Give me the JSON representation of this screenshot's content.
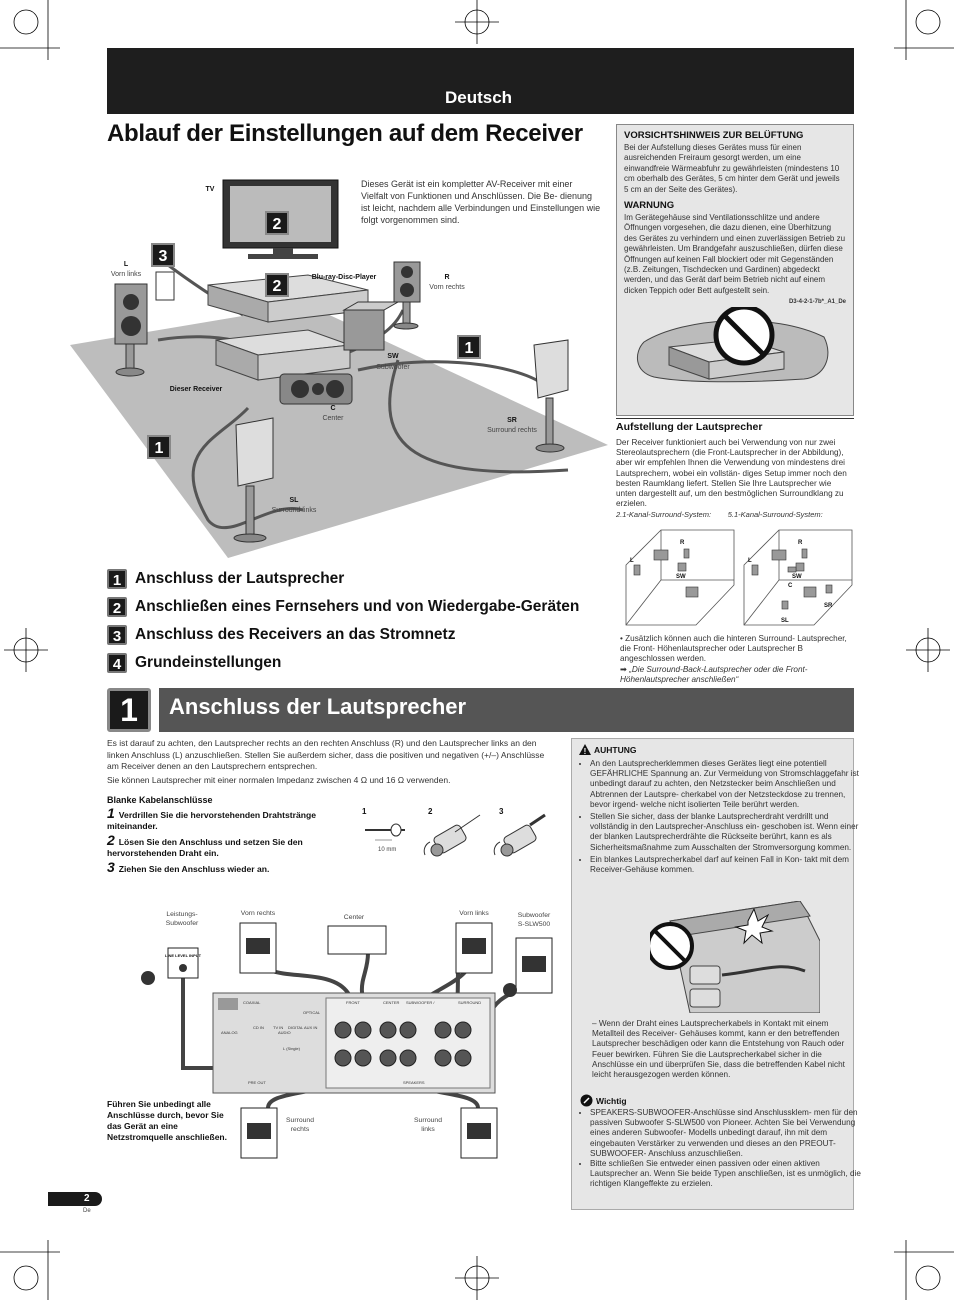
{
  "header": {
    "language": "Deutsch"
  },
  "title": "Ablauf der Einstellungen auf dem Receiver",
  "intro": "Dieses Gerät ist ein kompletter AV-Receiver mit einer Vielfalt von Funktionen und Anschlüssen. Die Be- dienung ist leicht, nachdem alle Verbindungen und Einstellungen wie folgt vorgenommen sind.",
  "diagram_labels": {
    "tv": "TV",
    "l": "L",
    "l_sub": "Vorn links",
    "r": "R",
    "r_sub": "Vorn rechts",
    "bluray": "Blu-ray-Disc-Player",
    "sw": "SW",
    "sw_sub": "Subwoofer",
    "receiver": "Dieser Receiver",
    "c": "C",
    "c_sub": "Center",
    "sr": "SR",
    "sr_sub": "Surround rechts",
    "sl": "SL",
    "sl_sub": "Surround links",
    "badge1": "1",
    "badge2": "2",
    "badge3": "3"
  },
  "ventilation": {
    "heading": "VORSICHTSHINWEIS ZUR BELÜFTUNG",
    "text": "Bei der Aufstellung dieses Gerätes muss für einen ausreichenden Freiraum gesorgt werden, um eine einwandfreie Wärmeabfuhr zu gewährleisten (mindestens 10 cm oberhalb des Gerätes, 5 cm hinter dem Gerät und jeweils 5 cm an der Seite des Gerätes).",
    "warn_heading": "WARNUNG",
    "warn_text": "Im Gerätegehäuse sind Ventilationsschlitze und andere Öffnungen vorgesehen, die dazu dienen, eine Überhitzung des Gerätes zu verhindern und einen zuverlässigen Betrieb zu gewährleisten. Um Brandgefahr auszuschließen, dürfen diese Öffnungen auf keinen Fall blockiert oder mit Gegenständen (z.B. Zeitungen, Tischdecken und Gardinen) abgedeckt werden, und das Gerät darf beim Betrieb nicht auf einem dicken Teppich oder Bett aufgestellt sein.",
    "code": "D3-4-2-1-7b*_A1_De"
  },
  "placement": {
    "heading": "Aufstellung der Lautsprecher",
    "text": "Der Receiver funktioniert auch bei Verwendung von nur zwei Stereolautsprechern (die Front-Lautsprecher in der Abbildung), aber wir empfehlen Ihnen die Verwendung von mindestens drei Lautsprechern, wobei ein vollstän- diges Setup immer noch den besten Raumklang liefert. Stellen Sie Ihre Lautsprecher wie unten dargestellt auf, um den bestmöglichen Surroundklang zu erzielen.",
    "sys21": "2.1-Kanal-Surround-System:",
    "sys51": "5.1-Kanal-Surround-System:",
    "room_l": "L",
    "room_r": "R",
    "room_sw": "SW",
    "room_c": "C",
    "room_sl": "SL",
    "room_sr": "SR",
    "bullet": "Zusätzlich können auch die hinteren Surround- Lautsprecher, die Front- Höhenlautsprecher oder Lautsprecher B angeschlossen werden.",
    "ref": "„Die Surround-Back-Lautsprecher oder die Front- Höhenlautsprecher anschließen“"
  },
  "steps": [
    {
      "num": "1",
      "label": "Anschluss der Lautsprecher"
    },
    {
      "num": "2",
      "label": "Anschließen eines Fernsehers und von Wiedergabe-Geräten"
    },
    {
      "num": "3",
      "label": "Anschluss des Receivers an das Stromnetz"
    },
    {
      "num": "4",
      "label": "Grundeinstellungen"
    }
  ],
  "section1": {
    "num": "1",
    "title": "Anschluss der Lautsprecher",
    "para1": "Es ist darauf zu achten, den Lautsprecher rechts an den rechten Anschluss (R) und den Lautsprecher links an den linken Anschluss (L) anzuschließen. Stellen Sie außerdem sicher, dass die positiven und negativen (+/–) Anschlüsse am Receiver denen an den Lautsprechern entsprechen.",
    "para2": "Sie können Lautsprecher mit einer normalen Impedanz zwischen 4 Ω und 16 Ω verwenden.",
    "bare_heading": "Blanke Kabelanschlüsse",
    "bare_steps": [
      {
        "n": "1",
        "text": "Verdrillen Sie die hervorstehenden Drahtstränge miteinander."
      },
      {
        "n": "2",
        "text": "Lösen Sie den Anschluss und setzen Sie den hervorstehenden Draht ein."
      },
      {
        "n": "3",
        "text": "Ziehen Sie den Anschluss wieder an."
      }
    ],
    "fig_n1": "1",
    "fig_n2": "2",
    "fig_n3": "3",
    "fig_mm": "10 mm",
    "wiring": {
      "power_sub": "Leistungs-\nSubwoofer",
      "line_input": "LINE LEVEL INPUT",
      "front_right": "Vorn rechts",
      "center": "Center",
      "front_left": "Vorn links",
      "passive_sub": "Subwoofer S-SLW500",
      "surround_right": "Surround rechts",
      "surround_left": "Surround links",
      "speakers": "SPEAKERS",
      "preout": "PRE OUT",
      "coaxial": "COAXIAL",
      "optical": "OPTICAL",
      "center_term": "CENTER",
      "surround_term": "SURROUND",
      "front_term": "FRONT",
      "sub_term": "SUBWOOFER /",
      "tv_in": "TV IN",
      "dig_in": "DIGITAL AUX IN",
      "cd_in": "CD IN",
      "analog": "ANALOG",
      "audio": "AUDIO",
      "sb_single": "L (Single)"
    },
    "must_connect": "Führen Sie unbedingt alle Anschlüsse durch, bevor Sie das Gerät an eine Netzstromquelle anschließen."
  },
  "caution": {
    "heading": "AUHTUNG",
    "items": [
      "An den Lautsprecherklemmen dieses Gerätes liegt eine potentiell GEFÄHRLICHE Spannung an. Zur Vermeidung von Stromschlaggefahr ist unbedingt darauf zu achten, den Netzstecker beim Anschließen und Abtrennen der Lautspre- cherkabel von der Netzsteckdose zu trennen, bevor irgend- welche nicht isolierten Teile berührt werden.",
      "Stellen Sie sicher, dass der blanke Lautsprecherdraht verdrillt und vollständig in den Lautsprecher-Anschluss ein- geschoben ist. Wenn einer der blanken Lautsprecherdrähte die Rückseite berührt, kann es als Sicherheitsmaßnahme zum Ausschalten der Stromversorgung kommen.",
      "Ein blankes Lautsprecherkabel darf auf keinen Fall in Kon- takt mit dem Receiver-Gehäuse kommen."
    ],
    "dash": "– Wenn der Draht eines Lautsprecherkabels in Kontakt mit einem Metallteil des Receiver- Gehäuses kommt, kann er den betreffenden Lautsprecher beschädigen oder kann die Entstehung von Rauch oder Feuer bewirken. Führen Sie die Lautsprecherkabel sicher in die Anschlüsse ein und überprüfen Sie, dass die betreffenden Kabel nicht leicht herausgezogen werden können.",
    "important_heading": "Wichtig",
    "important": [
      "SPEAKERS-SUBWOOFER-Anschlüsse sind Anschlussklem- men für den passiven Subwoofer S-SLW500 von Pioneer. Achten Sie bei Verwendung eines anderen Subwoofer- Modells unbedingt darauf, ihn mit dem eingebauten Verstärker zu verwenden und dieses an den PREOUT- SUBWOOFER- Anschluss anzuschließen.",
      "Bitte schließen Sie entweder einen passiven oder einen aktiven Lautsprecher an. Wenn Sie beide Typen anschließen, ist es unmöglich, die richtigen Klangeffekte zu erzielen."
    ]
  },
  "footer": {
    "page": "2",
    "lang": "De"
  }
}
